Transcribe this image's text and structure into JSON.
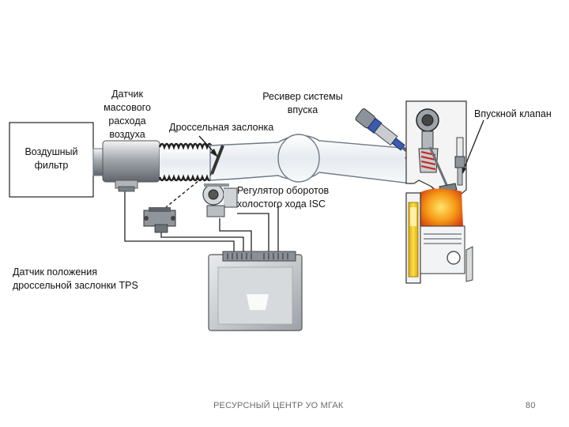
{
  "labels": {
    "air_filter": "Воздушный фильтр",
    "maf_sensor": "Датчик массового расхода воздуха",
    "throttle_valve": "Дроссельная заслонка",
    "intake_receiver": "Ресивер системы впуска",
    "intake_valve": "Впускной клапан",
    "isc_regulator_line1": "Регулятор оборотов",
    "isc_regulator_line2": "холостого хода ISC",
    "tps_sensor_line1": "Датчик положения",
    "tps_sensor_line2": "дроссельной заслонки TPS"
  },
  "footer": {
    "center_text": "РЕСУРСНЫЙ ЦЕНТР УО МГАК",
    "page_number": "80"
  },
  "colors": {
    "duct_fill": "#eef2f6",
    "duct_stroke": "#6f7a86",
    "metal_gray": "#9aa1a8",
    "fuel_spray": "#e0261b",
    "combustion": "#f6a21a",
    "piston_yellow": "#f2c418",
    "wire": "#222222"
  }
}
